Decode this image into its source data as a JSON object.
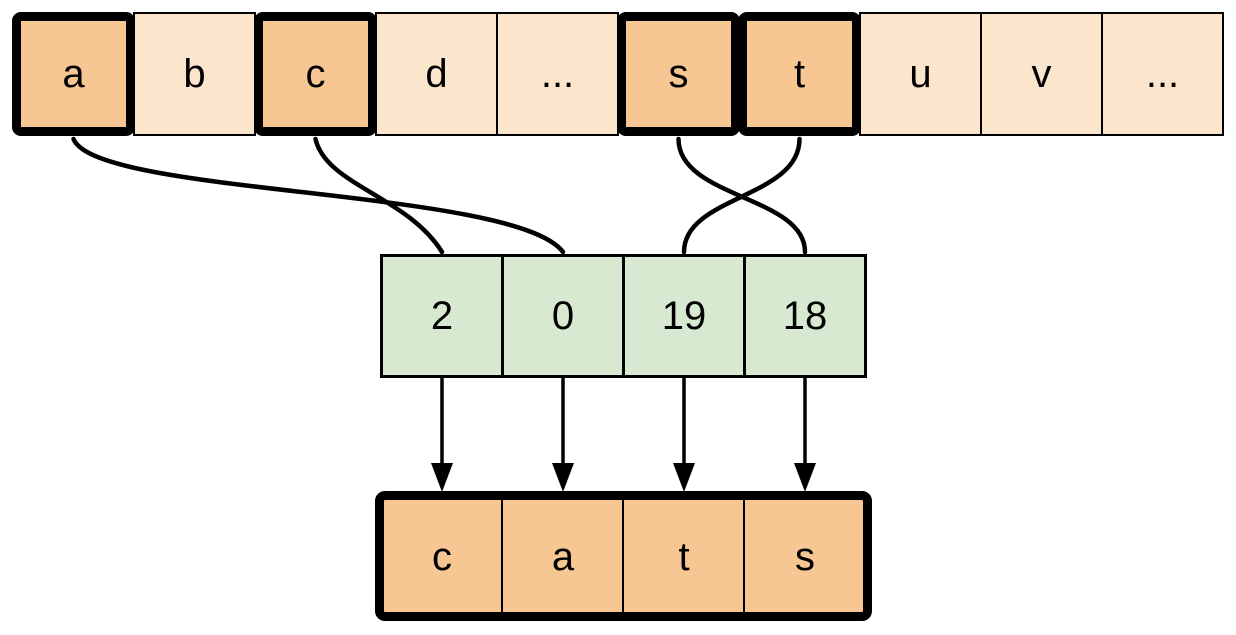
{
  "alphabet_row": {
    "cells": [
      {
        "label": "a",
        "highlighted": true
      },
      {
        "label": "b",
        "highlighted": false
      },
      {
        "label": "c",
        "highlighted": true
      },
      {
        "label": "d",
        "highlighted": false
      },
      {
        "label": "...",
        "highlighted": false
      },
      {
        "label": "s",
        "highlighted": true
      },
      {
        "label": "t",
        "highlighted": true
      },
      {
        "label": "u",
        "highlighted": false
      },
      {
        "label": "v",
        "highlighted": false
      },
      {
        "label": "...",
        "highlighted": false
      }
    ]
  },
  "index_row": {
    "cells": [
      {
        "label": "2"
      },
      {
        "label": "0"
      },
      {
        "label": "19"
      },
      {
        "label": "18"
      }
    ]
  },
  "output_row": {
    "cells": [
      {
        "label": "c"
      },
      {
        "label": "a"
      },
      {
        "label": "t"
      },
      {
        "label": "s"
      }
    ]
  },
  "connections": {
    "char_to_index": [
      {
        "from": "a",
        "to": "0"
      },
      {
        "from": "c",
        "to": "2"
      },
      {
        "from": "s",
        "to": "18"
      },
      {
        "from": "t",
        "to": "19"
      }
    ],
    "index_to_output": [
      {
        "from": "2",
        "to": "c"
      },
      {
        "from": "0",
        "to": "a"
      },
      {
        "from": "19",
        "to": "t"
      },
      {
        "from": "18",
        "to": "s"
      }
    ]
  },
  "colors": {
    "light_cell": "#FBE5CD",
    "highlight_cell": "#F6C693",
    "index_cell": "#D8E9D2",
    "stroke": "#000000",
    "background": "#FFFFFF"
  }
}
